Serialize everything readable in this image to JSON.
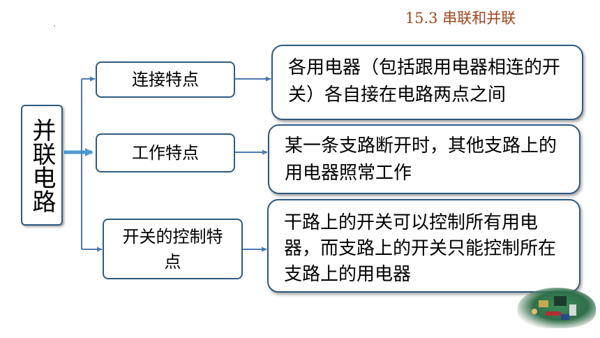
{
  "header": {
    "title": "15.3 串联和并联"
  },
  "main": {
    "label": "并联电路"
  },
  "rows": [
    {
      "category": "连接特点",
      "description": "各用电器（包括跟用电器相连的开关）各自接在电路两点之间"
    },
    {
      "category": "工作特点",
      "description": "某一条支路断开时，其他支路上的用电器照常工作"
    },
    {
      "category": "开关的控制特点",
      "description": "干路上的开关可以控制所有用电器，而支路上的开关只能控制所在支路上的用电器"
    }
  ],
  "colors": {
    "border": "#2e5a80",
    "connector": "#4a7ab0",
    "title": "#a0451c"
  }
}
